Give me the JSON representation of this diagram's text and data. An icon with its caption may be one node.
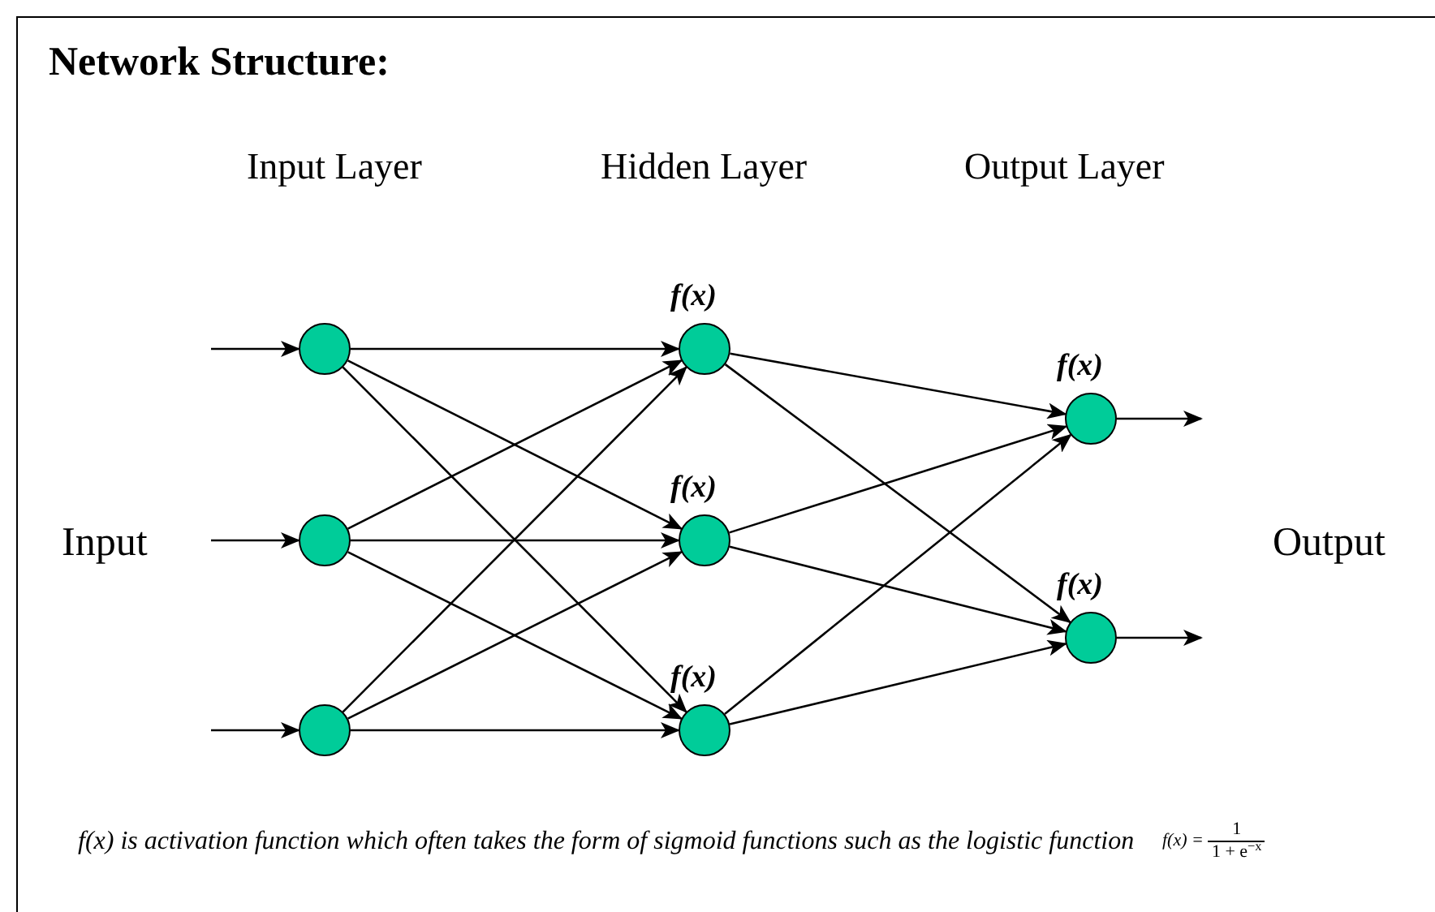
{
  "diagram": {
    "title": "Network Structure:",
    "caption": "f(x) is activation function which often takes the form of sigmoid functions such as the logistic function",
    "nodes": [
      {
        "text": [],
        "shape": "circle"
      },
      {
        "text": [],
        "shape": "circle"
      },
      {
        "text": [],
        "shape": "circle"
      },
      {
        "text": [],
        "shape": "circle",
        "beside": [
          "f(x)"
        ]
      },
      {
        "text": [],
        "shape": "circle",
        "beside": [
          "f(x)"
        ]
      },
      {
        "text": [],
        "shape": "circle",
        "beside": [
          "f(x)"
        ]
      },
      {
        "text": [],
        "shape": "circle",
        "beside": [
          "f(x)"
        ]
      },
      {
        "text": [],
        "shape": "circle",
        "beside": [
          "f(x)"
        ]
      }
    ],
    "edges": [
      {
        "from": null,
        "to": 0,
        "arrow": "to"
      },
      {
        "from": null,
        "to": 1,
        "arrow": "to"
      },
      {
        "from": null,
        "to": 2,
        "arrow": "to"
      },
      {
        "from": 0,
        "to": 3,
        "arrow": "to"
      },
      {
        "from": 0,
        "to": 4,
        "arrow": "to"
      },
      {
        "from": 0,
        "to": 5,
        "arrow": "to"
      },
      {
        "from": 1,
        "to": 3,
        "arrow": "to"
      },
      {
        "from": 1,
        "to": 4,
        "arrow": "to"
      },
      {
        "from": 1,
        "to": 5,
        "arrow": "to"
      },
      {
        "from": 2,
        "to": 3,
        "arrow": "to"
      },
      {
        "from": 2,
        "to": 4,
        "arrow": "to"
      },
      {
        "from": 2,
        "to": 5,
        "arrow": "to"
      },
      {
        "from": 3,
        "to": 6,
        "arrow": "to"
      },
      {
        "from": 3,
        "to": 7,
        "arrow": "to"
      },
      {
        "from": 4,
        "to": 6,
        "arrow": "to"
      },
      {
        "from": 4,
        "to": 7,
        "arrow": "to"
      },
      {
        "from": 5,
        "to": 6,
        "arrow": "to"
      },
      {
        "from": 5,
        "to": 7,
        "arrow": "to"
      },
      {
        "from": 6,
        "to": null,
        "arrow": "to"
      },
      {
        "from": 7,
        "to": null,
        "arrow": "to"
      }
    ],
    "labels": [
      "Input Layer",
      "Hidden Layer",
      "Output Layer",
      "Input",
      "Output",
      "f(x) =",
      "1",
      "1 + e$^{−x}$"
    ]
  }
}
